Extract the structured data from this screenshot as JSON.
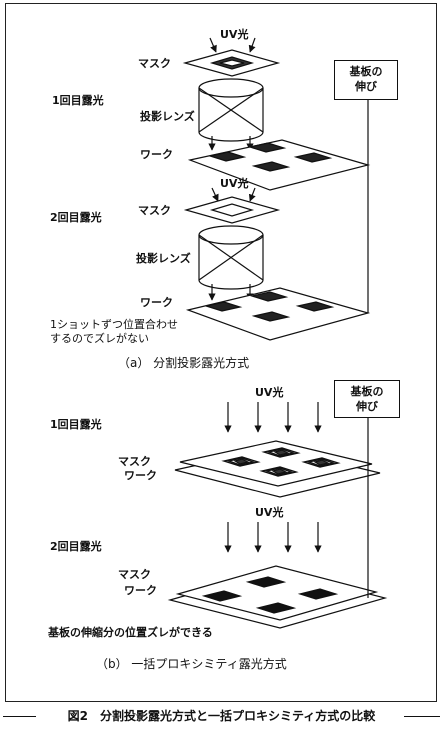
{
  "panel_a": {
    "uv_label": "UV光",
    "mask_label": "マスク",
    "first_exposure": "1回目露光",
    "lens_label": "投影レンズ",
    "work_label": "ワーク",
    "substrate_box": [
      "基板の",
      "伸び"
    ],
    "uv_label_2": "UV光",
    "mask_label_2": "マスク",
    "second_exposure": "2回目露光",
    "lens_label_2": "投影レンズ",
    "work_label_2": "ワーク",
    "note": [
      "1ショットずつ位置合わせ",
      "するのでズレがない"
    ],
    "title": "（a） 分割投影露光方式"
  },
  "panel_b": {
    "substrate_box": [
      "基板の",
      "伸び"
    ],
    "uv_label": "UV光",
    "first_exposure": "1回目露光",
    "mask_label": "マスク",
    "work_label": "ワーク",
    "uv_label_2": "UV光",
    "second_exposure": "2回目露光",
    "mask_label_2": "マスク",
    "work_label_2": "ワーク",
    "note": "基板の伸縮分の位置ズレができる",
    "title": "（b） 一括プロキシミティ露光方式"
  },
  "caption": "図2　分割投影露光方式と一括プロキシミティ方式の比較"
}
